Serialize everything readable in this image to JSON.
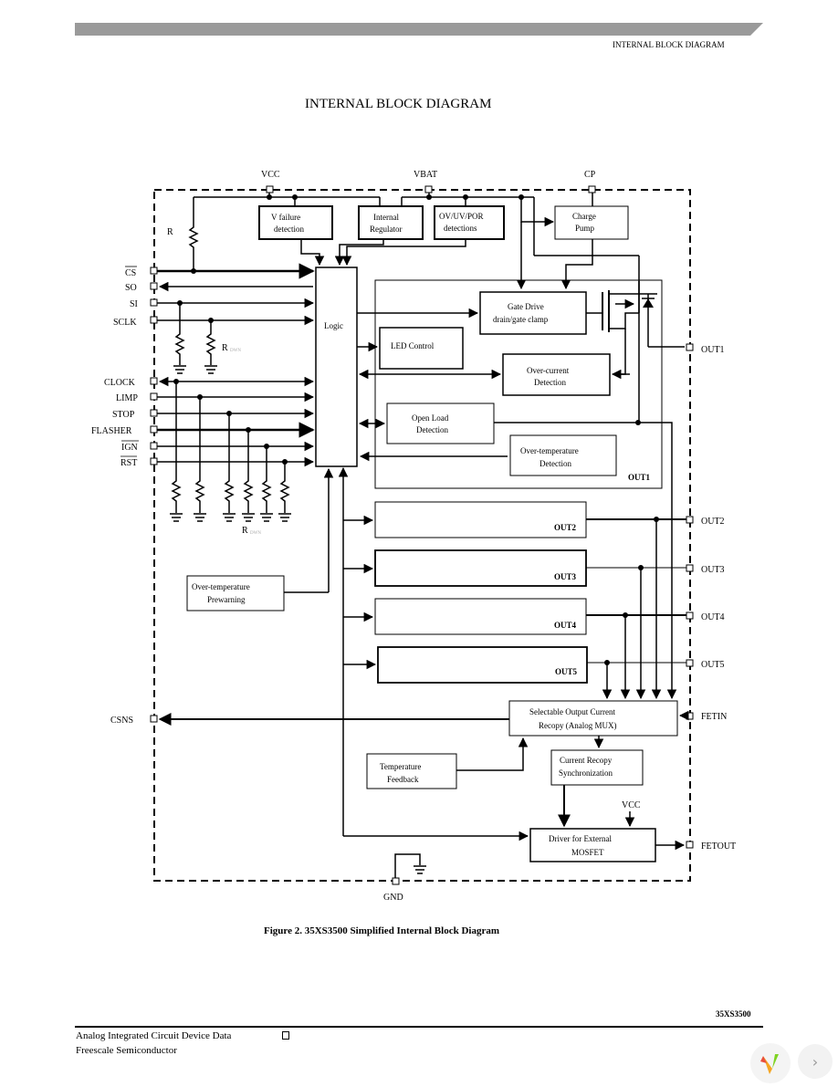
{
  "header": {
    "running_title": "INTERNAL BLOCK DIAGRAM",
    "page_title": "INTERNAL BLOCK DIAGRAM"
  },
  "diagram": {
    "supplies": {
      "vcc": "VCC",
      "vbat": "VBAT",
      "cp": "CP",
      "gnd": "GND",
      "vcc_driver": "VCC"
    },
    "left_pins": {
      "cs": "CS",
      "so": "SO",
      "si": "SI",
      "sclk": "SCLK",
      "clock": "CLOCK",
      "limp": "LIMP",
      "stop": "STOP",
      "flasher": "FLASHER",
      "ign": "IGN",
      "rst": "RST",
      "csns": "CSNS"
    },
    "right_pins": {
      "out1": "OUT1",
      "out2": "OUT2",
      "out3": "OUT3",
      "out4": "OUT4",
      "out5": "OUT5",
      "fetin": "FETIN",
      "fetout": "FETOUT"
    },
    "resistors": {
      "r_top": "R",
      "r_mid": "R",
      "r_mid_sub": "DWN",
      "r_bottom": "R",
      "r_bottom_sub": "DWN"
    },
    "blocks": {
      "vcc_failure_l1": "V      failure",
      "vcc_failure_l2": "detection",
      "regulator_l1": "Internal",
      "regulator_l2": "Regulator",
      "ovuv_l1": "OV/UV/POR",
      "ovuv_l2": "detections",
      "charge_pump_l1": "Charge",
      "charge_pump_l2": "Pump",
      "logic": "Logic",
      "gate_drive_l1": "Gate Drive",
      "gate_drive_l2": "drain/gate clamp",
      "led_control": "LED Control",
      "over_current_l1": "Over-current",
      "over_current_l2": "Detection",
      "open_load_l1": "Open Load",
      "open_load_l2": "Detection",
      "over_temp_l1": "Over-temperature",
      "over_temp_l2": "Detection",
      "out1_block": "OUT1",
      "out2_block": "OUT2",
      "out3_block": "OUT3",
      "out4_block": "OUT4",
      "out5_block": "OUT5",
      "prewarning_l1": "Over-temperature",
      "prewarning_l2": "Prewarning",
      "mux_l1": "Selectable Output Current",
      "mux_l2": "Recopy (Analog MUX)",
      "temp_feedback_l1": "Temperature",
      "temp_feedback_l2": "Feedback",
      "sync_l1": "Current Recopy",
      "sync_l2": "Synchronization",
      "driver_l1": "Driver for External",
      "driver_l2": "MOSFET"
    }
  },
  "figure_caption": "Figure 2. 35XS3500 Simplified Internal Block Diagram",
  "footer": {
    "part_number": "35XS3500",
    "line1": "Analog Integrated Circuit Device Data",
    "line2": "Freescale Semiconductor",
    "nav_next": "›"
  }
}
